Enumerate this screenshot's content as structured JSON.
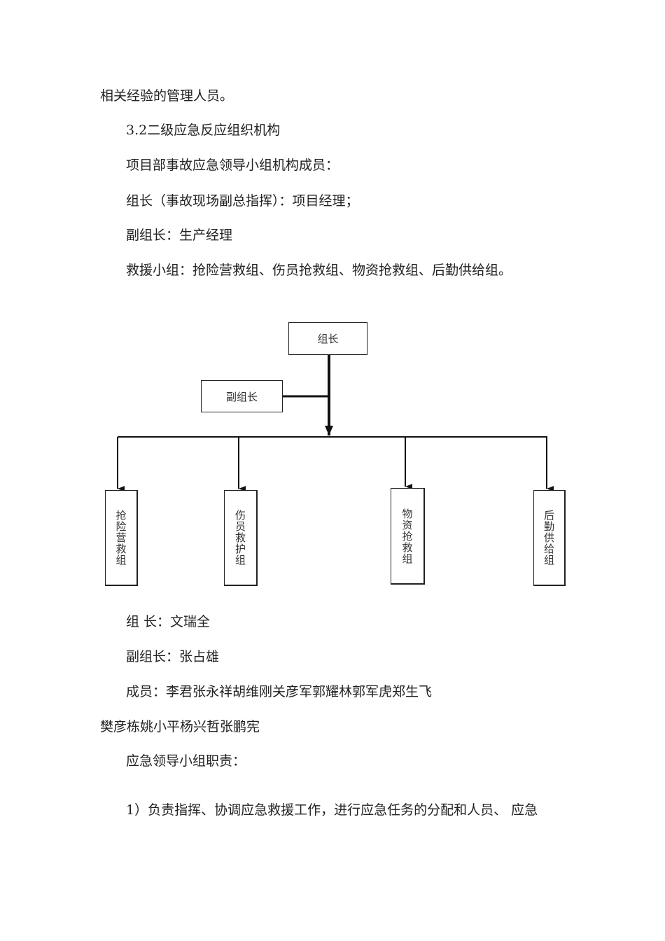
{
  "paragraphs_top": [
    "相关经验的管理人员。",
    "3.2二级应急反应组织机构",
    "项目部事故应急领导小组机构成员：",
    "组长（事故现场副总指挥）：项目经理；",
    "副组长：生产经理",
    "救援小组：抢险营救组、伤员抢救组、物资抢救组、后勤供给组。"
  ],
  "org_chart": {
    "leader": "组长",
    "deputy": "副组长",
    "groups": [
      "抢险营救组",
      "伤员救护组",
      "物资抢救组",
      "后勤供给组"
    ]
  },
  "paragraphs_bottom": [
    "组 长：文瑞全",
    "副组长：张占雄",
    "成员：李君张永祥胡维刚关彦军郭耀林郭军虎郑生飞",
    "樊彦栋姚小平杨兴哲张鹏宪",
    "应急领导小组职责：",
    "1）负责指挥、协调应急救援工作，进行应急任务的分配和人员、 应急"
  ]
}
